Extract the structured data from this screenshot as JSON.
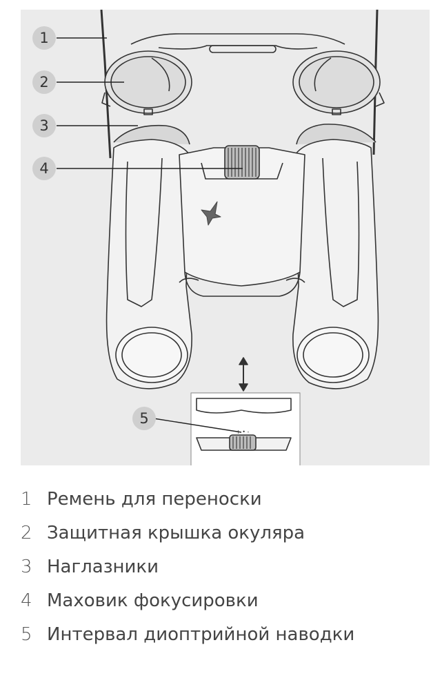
{
  "callouts": [
    "1",
    "2",
    "3",
    "4",
    "5"
  ],
  "legend": [
    {
      "num": "1",
      "text": "Ремень для переноски"
    },
    {
      "num": "2",
      "text": "Защитная крышка окуляра"
    },
    {
      "num": "3",
      "text": "Наглазники"
    },
    {
      "num": "4",
      "text": "Маховик фокусировки"
    },
    {
      "num": "5",
      "text": "Интервал диоптрийной наводки"
    }
  ],
  "dial_marks": "+ • -",
  "colors": {
    "panel": "#ebebeb",
    "line": "#333333",
    "callout": "#cfcfcf"
  }
}
